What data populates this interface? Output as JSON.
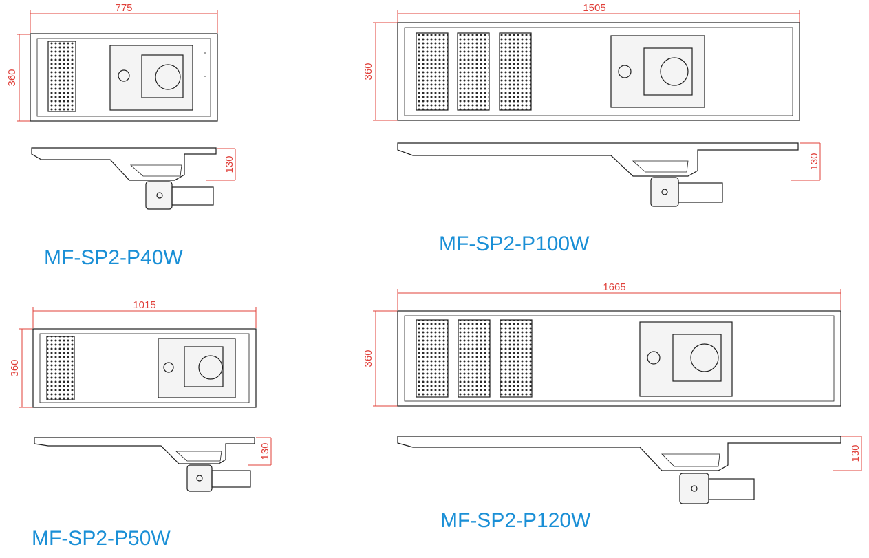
{
  "models": [
    {
      "label": "MF-SP2-P40W",
      "width": "775",
      "height": "360",
      "depth": "130"
    },
    {
      "label": "MF-SP2-P100W",
      "width": "1505",
      "height": "360",
      "depth": "130"
    },
    {
      "label": "MF-SP2-P50W",
      "width": "1015",
      "height": "360",
      "depth": "130"
    },
    {
      "label": "MF-SP2-P120W",
      "width": "1665",
      "height": "360",
      "depth": "130"
    }
  ],
  "colors": {
    "label": "#1a8fd6",
    "dimension": "#e0403a",
    "line": "#1e1e1e"
  }
}
